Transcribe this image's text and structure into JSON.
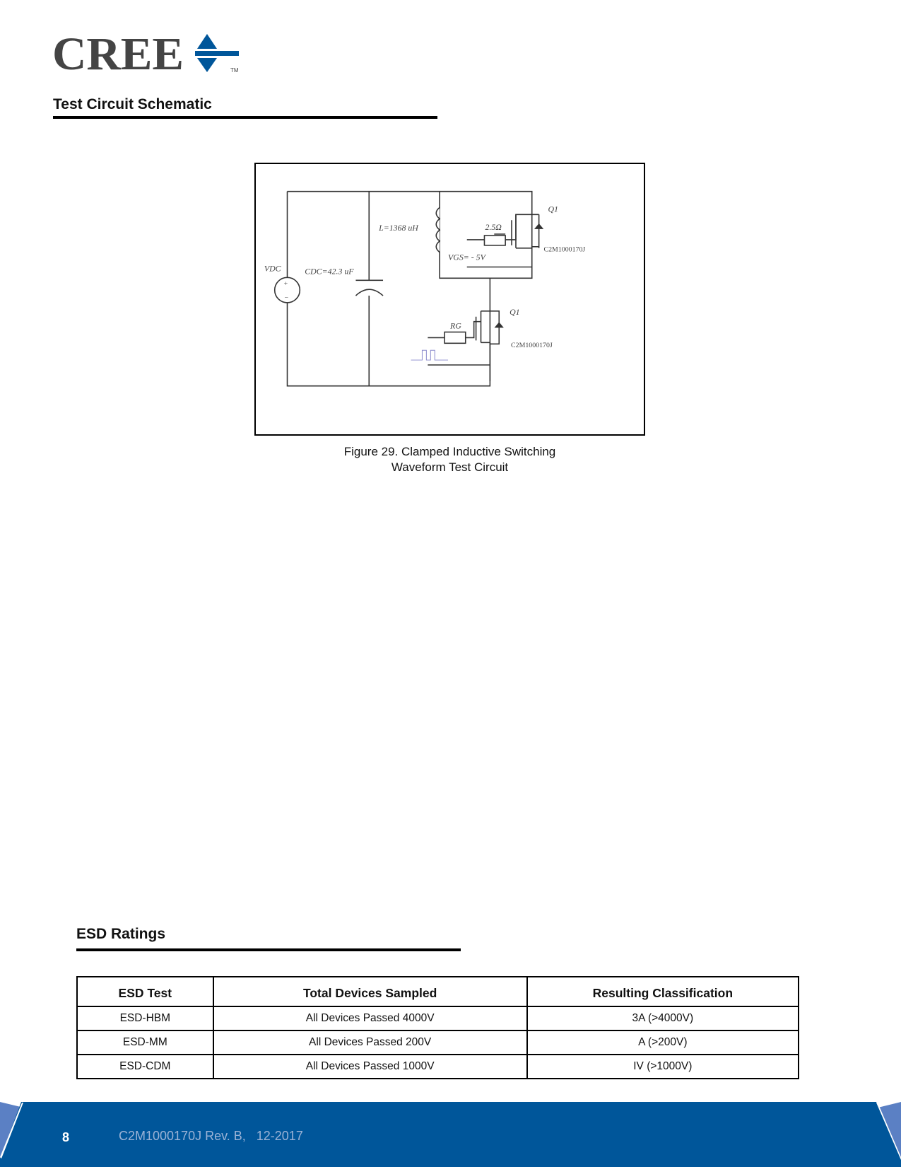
{
  "logo": {
    "text": "CREE",
    "tm": "TM"
  },
  "section1": {
    "title": "Test Circuit Schematic"
  },
  "figure": {
    "labels": {
      "vdc": "VDC",
      "cdc": "CDC=42.3 uF",
      "inductor": "L=1368 uH",
      "r_top": "2.5Ω",
      "vgs": "VGS= - 5V",
      "q_top": "Q1",
      "q_top_part": "C2M1000170J",
      "q_bottom": "Q1",
      "q_bottom_part": "C2M1000170J",
      "rg": "RG"
    },
    "caption_line1": "Figure 29. Clamped Inductive Switching",
    "caption_line2": "Waveform Test Circuit"
  },
  "section2": {
    "title": "ESD Ratings"
  },
  "esd_table": {
    "headers": [
      "ESD Test",
      "Total Devices Sampled",
      "Resulting Classification"
    ],
    "rows": [
      [
        "ESD-HBM",
        "All Devices Passed 4000V",
        "3A (>4000V)"
      ],
      [
        "ESD-MM",
        "All Devices Passed 200V",
        "A (>200V)"
      ],
      [
        "ESD-CDM",
        "All Devices Passed 1000V",
        "IV (>1000V)"
      ]
    ]
  },
  "footer": {
    "page_number": "8",
    "doc_info": "C2M1000170J Rev. B,   12-2017"
  },
  "colors": {
    "brand_blue": "#00569a",
    "accent_blue": "#5b80c4"
  }
}
